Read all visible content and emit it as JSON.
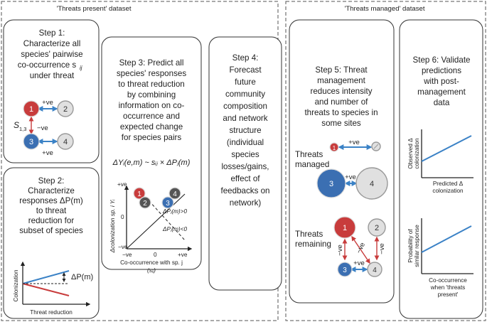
{
  "datasets": {
    "present": "'Threats present' dataset",
    "managed": "'Threats managed' dataset"
  },
  "step1": {
    "lines": [
      "Step 1:",
      "Characterize all",
      "species' pairwise",
      "co-occurrence s",
      "under threat"
    ],
    "sub": "ij",
    "pos": "+ve",
    "neg": "−ve",
    "s_label": "S",
    "s_sub": "1,3",
    "nodes": [
      "1",
      "2",
      "3",
      "4"
    ]
  },
  "step2": {
    "lines": [
      "Step 2:",
      "Characterize",
      "responses ΔP(m)",
      "to threat",
      "reduction for",
      "subset of species"
    ],
    "delta": "ΔP(m)",
    "ylabel": "Colonization",
    "xlabel": "Threat reduction"
  },
  "step3": {
    "lines": [
      "Step 3: Predict all",
      "species' responses",
      "to threat reduction",
      "by combining",
      "information on co-",
      "occurrence and",
      "expected change",
      "for species pairs"
    ],
    "formula": "ΔYᵢ(e,m) ~ sᵢⱼ × ΔPⱼ(m)",
    "ylabel": "Δcolonization sp. i Yᵢ",
    "yticks": [
      "+ve",
      "0",
      "−ve"
    ],
    "xticks": [
      "−ve",
      "0",
      "+ve"
    ],
    "xlabel1": "Co-occurrence with sp. j",
    "xlabel2": "(sᵢⱼ)",
    "pos_label": "ΔPⱼ(m)>0",
    "neg_label": "ΔPⱼ(m)<0",
    "nodes": [
      "1",
      "2",
      "3",
      "4"
    ]
  },
  "step4": {
    "lines": [
      "Step 4:",
      "Forecast",
      "future",
      "community",
      "composition",
      "and network",
      "structure",
      "(individual",
      "species",
      "losses/gains,",
      "effect of",
      "feedbacks on",
      "network)"
    ]
  },
  "step5": {
    "lines": [
      "Step 5: Threat",
      "management",
      "reduces intensity",
      "and number of",
      "threats to species in",
      "some sites"
    ],
    "managed": [
      "Threats",
      "managed"
    ],
    "remaining": [
      "Threats",
      "remaining"
    ],
    "pos": "+ve",
    "neg": "−ve",
    "nodes": [
      "1",
      "2",
      "3",
      "4"
    ]
  },
  "step6": {
    "lines": [
      "Step 6: Validate",
      "predictions",
      "with post-",
      "management",
      "data"
    ],
    "chart1_y": [
      "Observed Δ",
      "colonization"
    ],
    "chart1_x": [
      "Predicted Δ",
      "colonization"
    ],
    "chart2_y": [
      "Probability of",
      "similar response"
    ],
    "chart2_x": [
      "Co-occurrence",
      "when 'threats",
      "present'"
    ]
  },
  "colors": {
    "red": "#c83c3c",
    "blue": "#3b6fb2",
    "light_blue": "#3b82c6",
    "grey": "#e0e0e0"
  }
}
